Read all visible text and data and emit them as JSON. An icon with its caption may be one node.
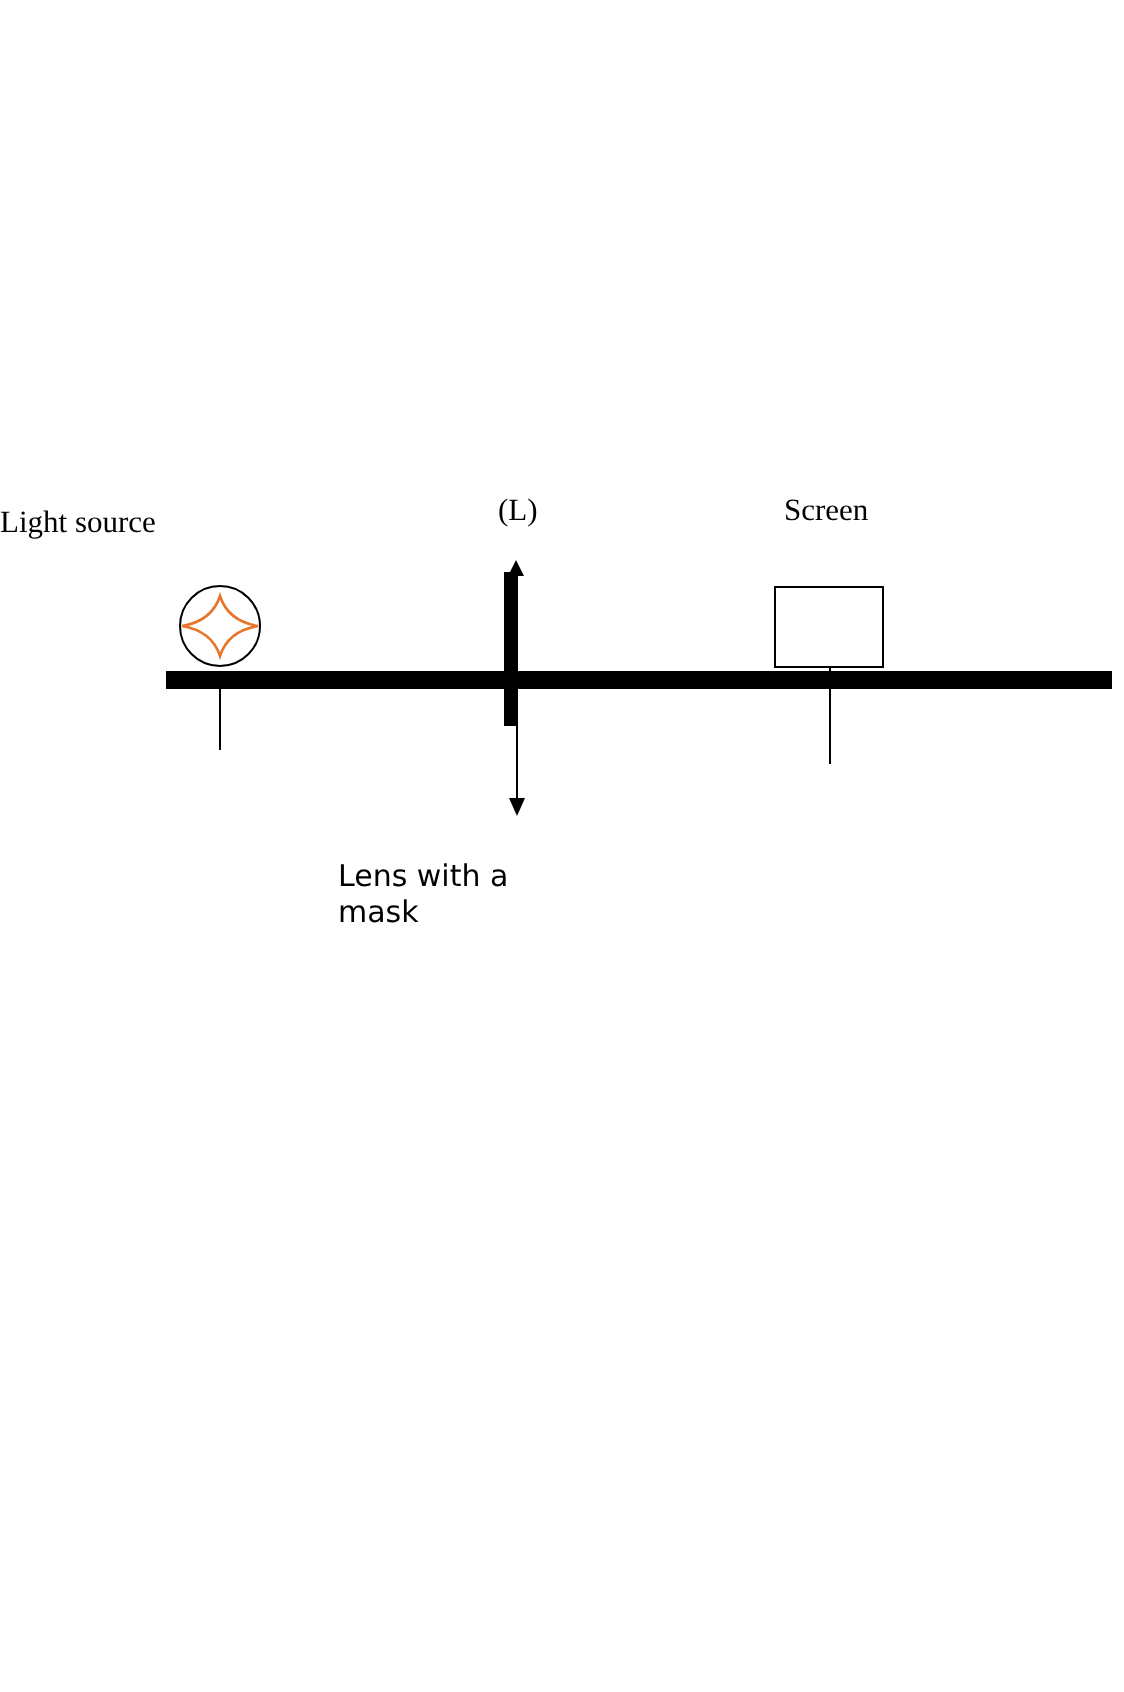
{
  "diagram": {
    "labels": [
      "Light source",
      "(L)",
      "Screen",
      "Lens with a mask"
    ]
  }
}
